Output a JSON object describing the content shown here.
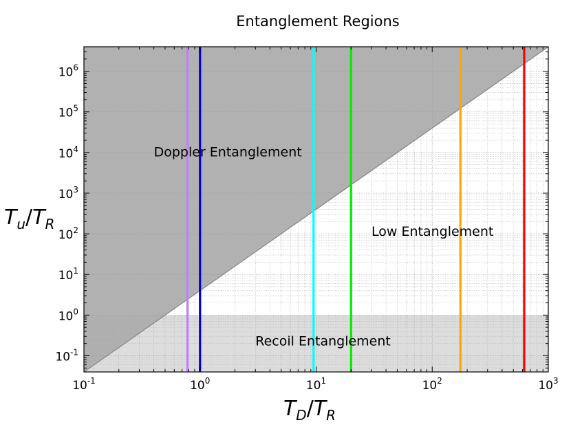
{
  "chart_data": {
    "type": "line",
    "title": "Entanglement Regions",
    "xlabel": {
      "main": "T",
      "sub": "D",
      "slash": "/",
      "main2": "T",
      "sub2": "R"
    },
    "ylabel": {
      "main": "T",
      "sub": "u",
      "slash": "/",
      "main2": "T",
      "sub2": "R"
    },
    "xscale": "log",
    "yscale": "log",
    "xlim": [
      0.1,
      1000
    ],
    "ylim": [
      0.04,
      4000000
    ],
    "grid": true,
    "x_ticks": [
      {
        "base": "10",
        "exp": "-1",
        "value": 0.1
      },
      {
        "base": "10",
        "exp": "0",
        "value": 1
      },
      {
        "base": "10",
        "exp": "1",
        "value": 10
      },
      {
        "base": "10",
        "exp": "2",
        "value": 100
      },
      {
        "base": "10",
        "exp": "3",
        "value": 1000
      }
    ],
    "y_ticks": [
      {
        "base": "10",
        "exp": "-1",
        "value": 0.1
      },
      {
        "base": "10",
        "exp": "0",
        "value": 1
      },
      {
        "base": "10",
        "exp": "1",
        "value": 10
      },
      {
        "base": "10",
        "exp": "2",
        "value": 100
      },
      {
        "base": "10",
        "exp": "3",
        "value": 1000
      },
      {
        "base": "10",
        "exp": "4",
        "value": 10000
      },
      {
        "base": "10",
        "exp": "5",
        "value": 100000
      },
      {
        "base": "10",
        "exp": "6",
        "value": 1000000
      }
    ],
    "boundary_line": {
      "x": [
        0.1,
        1000
      ],
      "y": [
        0.04,
        4000000
      ],
      "color": "#888888"
    },
    "regions": [
      {
        "label": "Doppler Entanglement",
        "label_x": 0.4,
        "label_y": 8000,
        "color": "#aaaaaa",
        "shape": "above-boundary"
      },
      {
        "label": "Low Entanglement",
        "label_x": 30,
        "label_y": 90,
        "color": "#ffffff",
        "shape": "below-boundary"
      },
      {
        "label": "Recoil Entanglement",
        "label_x": 3,
        "label_y": 0.18,
        "color": "#dddddd",
        "y_max": 1
      }
    ],
    "vertical_lines": [
      {
        "x": 0.78,
        "color": "#bf7fff"
      },
      {
        "x": 1.0,
        "color": "#0000dd"
      },
      {
        "x": 9.5,
        "color": "#00ffff"
      },
      {
        "x": 20,
        "color": "#00ee00"
      },
      {
        "x": 175,
        "color": "#ffa500"
      },
      {
        "x": 620,
        "color": "#ff0000"
      }
    ]
  }
}
